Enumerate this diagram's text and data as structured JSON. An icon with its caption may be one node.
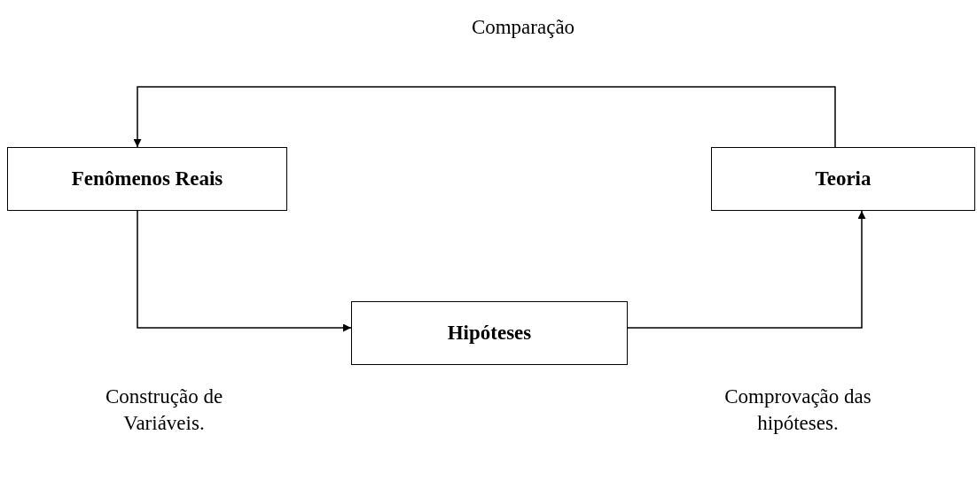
{
  "diagram": {
    "nodes": [
      {
        "text": [
          "Fenômenos Reais"
        ]
      },
      {
        "text": [
          "Teoria"
        ]
      },
      {
        "text": [
          "Hipóteses"
        ]
      }
    ],
    "edges": [
      {
        "from": 1,
        "to": 0,
        "arrow": "to",
        "label": "Comparação"
      },
      {
        "from": 0,
        "to": 2,
        "arrow": "to",
        "label": "Construção de Variáveis."
      },
      {
        "from": 2,
        "to": 1,
        "arrow": "to",
        "label": "Comprovação das hipóteses."
      }
    ]
  }
}
